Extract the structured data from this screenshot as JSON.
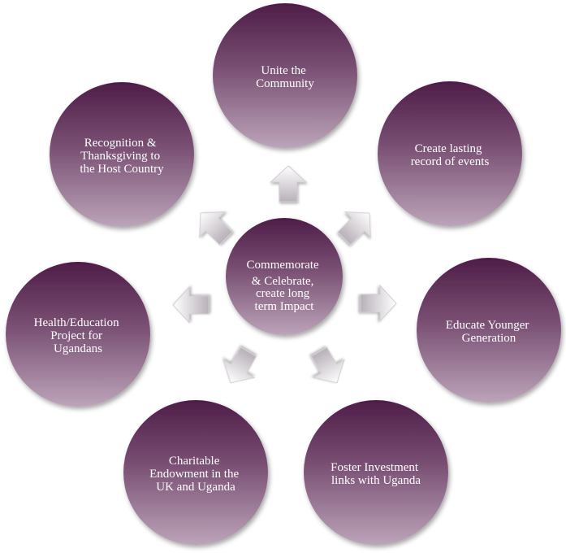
{
  "diagram": {
    "center": {
      "lines": [
        "Commemorate",
        "& Celebrate,",
        "create long",
        "term  Impact"
      ]
    },
    "nodes": [
      {
        "id": "unite-community",
        "lines": [
          "Unite the",
          "Community"
        ]
      },
      {
        "id": "create-record",
        "lines": [
          "Create lasting",
          "record of events"
        ]
      },
      {
        "id": "educate-younger",
        "lines": [
          "Educate Younger",
          "Generation"
        ]
      },
      {
        "id": "foster-investment",
        "lines": [
          "Foster Investment",
          "links with Uganda"
        ]
      },
      {
        "id": "charitable-endowment",
        "lines": [
          "Charitable",
          "Endowment in the",
          "UK and Uganda"
        ]
      },
      {
        "id": "health-education",
        "lines": [
          "Health/Education",
          "Project for",
          "Ugandans"
        ]
      },
      {
        "id": "recognition-thanksgiving",
        "lines": [
          "Recognition &",
          "Thanksgiving to",
          "the Host Country"
        ]
      }
    ]
  },
  "colors": {
    "circle_dark": "#4e1d48",
    "circle_light": "#b79eb5",
    "arrow_light": "#ffffff",
    "arrow_dark": "#bdb6bd",
    "text": "#ffffff"
  }
}
